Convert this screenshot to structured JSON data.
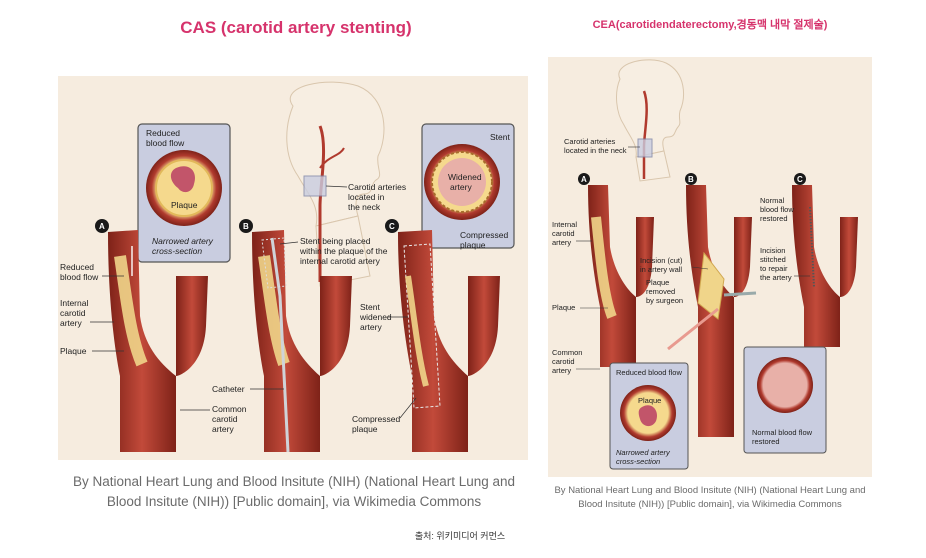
{
  "left": {
    "title": "CAS (carotid artery stenting)",
    "badges": [
      "A",
      "B",
      "C"
    ],
    "box_a": {
      "label": "Reduced blood flow",
      "plaque": "Plaque",
      "caption": "Narrowed artery cross-section"
    },
    "box_c": {
      "stent": "Stent",
      "widened": "Widened artery",
      "compressed": "Compressed plaque"
    },
    "labels": {
      "carotid_neck": "Carotid arteries located in the neck",
      "reduced_flow": "Reduced blood flow",
      "internal": "Internal carotid artery",
      "plaque": "Plaque",
      "stent_placed": "Stent being placed within the plaque of the internal carotid artery",
      "catheter": "Catheter",
      "common": "Common carotid artery",
      "stent_widened": "Stent widened artery",
      "compressed": "Compressed plaque"
    },
    "credit": "By National Heart Lung and Blood Insitute (NIH) (National Heart Lung and Blood Insitute (NIH)) [Public domain], via Wikimedia Commons"
  },
  "right": {
    "title": "CEA(carotidendaterectomy,경동맥 내막 절제술)",
    "badges": [
      "A",
      "B",
      "C"
    ],
    "labels": {
      "carotid_neck": "Carotid arteries located in the neck",
      "internal": "Internal carotid artery",
      "plaque": "Plaque",
      "common": "Common carotid artery",
      "incision": "Incision (cut) in artery wall",
      "removed": "Plaque removed by surgeon",
      "normal_flow": "Normal blood flow restored",
      "stitched": "Incision stitched to repair the artery"
    },
    "box_reduced": {
      "label": "Reduced blood flow",
      "plaque": "Plaque",
      "caption": "Narrowed artery cross-section"
    },
    "box_normal": {
      "caption": "Normal blood flow restored"
    },
    "credit": "By National Heart Lung and Blood Insitute (NIH) (National Heart Lung and Blood Insitute (NIH)) [Public domain], via Wikimedia Commons"
  },
  "source": "출처: 위키미디어 커먼스",
  "colors": {
    "title": "#d6336c",
    "artery": "#b03a2e",
    "artery_dark": "#7e2218",
    "plaque": "#f0d58a",
    "panel": "#f6ecdf",
    "box": "#c9cde0"
  }
}
